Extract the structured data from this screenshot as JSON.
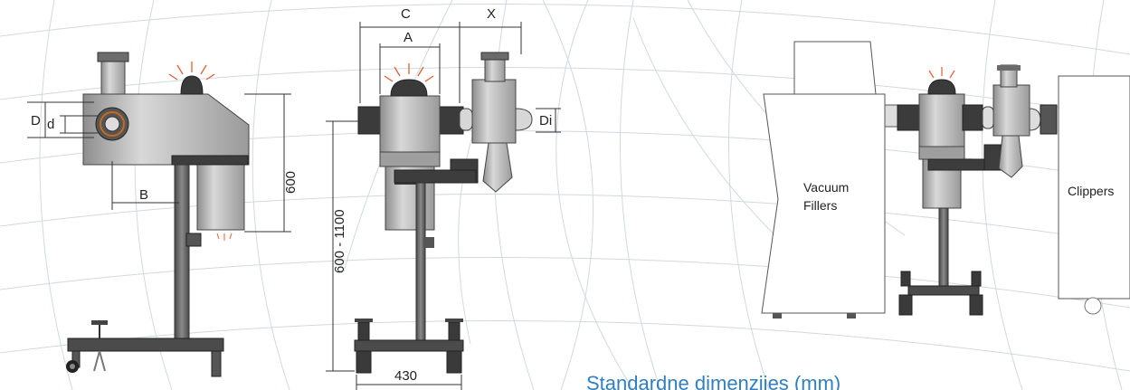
{
  "labels": {
    "C": "C",
    "X": "X",
    "A": "A",
    "D": "D",
    "d": "d",
    "B": "B",
    "Di": "Di",
    "h600": "600",
    "h600_1100": "600 - 1100",
    "w430": "430",
    "vacuum_line1": "Vacuum",
    "vacuum_line2": "Fillers",
    "clippers": "Clippers"
  },
  "caption": "Standardne dimenzijes (mm)",
  "colors": {
    "grid": "#cfd9e3",
    "metal_light": "#c9c9c9",
    "metal_mid": "#9c9c9c",
    "metal_dark": "#3f3f3f",
    "caption": "#2f7fc1",
    "lamp_rays": "#e06030",
    "flange_ring": "#c66a1f"
  }
}
